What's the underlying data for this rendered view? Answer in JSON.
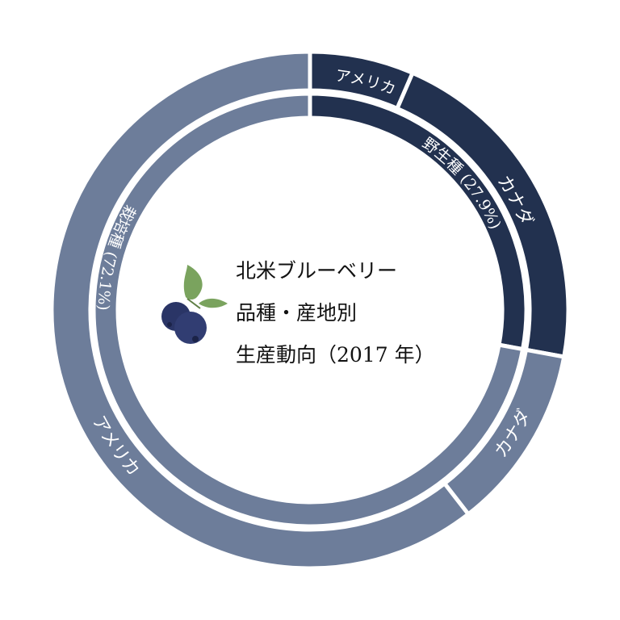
{
  "title": {
    "line1": "北米ブルーベリー",
    "line2": "品種・産地別",
    "line3": "生産動向（2017 年）"
  },
  "colors": {
    "wild": "#22314f",
    "cultivated": "#6d7d9a",
    "separator": "#ffffff",
    "leaf": "#7aa35e",
    "berry": "#2a3566"
  },
  "icon": "blueberry-icon",
  "chart_data": {
    "type": "pie",
    "inner_ring": {
      "slices": [
        {
          "label": "野生種 (27.9%)",
          "value": 27.9
        },
        {
          "label": "栽培種 (72.1%)",
          "value": 72.1
        }
      ]
    },
    "outer_ring": {
      "slices": [
        {
          "parent": "野生種",
          "label": "アメリカ",
          "value": 6.5
        },
        {
          "parent": "野生種",
          "label": "カナダ",
          "value": 21.4
        },
        {
          "parent": "栽培種",
          "label": "カナダ",
          "value": 11.6
        },
        {
          "parent": "栽培種",
          "label": "アメリカ",
          "value": 60.5
        }
      ]
    }
  }
}
